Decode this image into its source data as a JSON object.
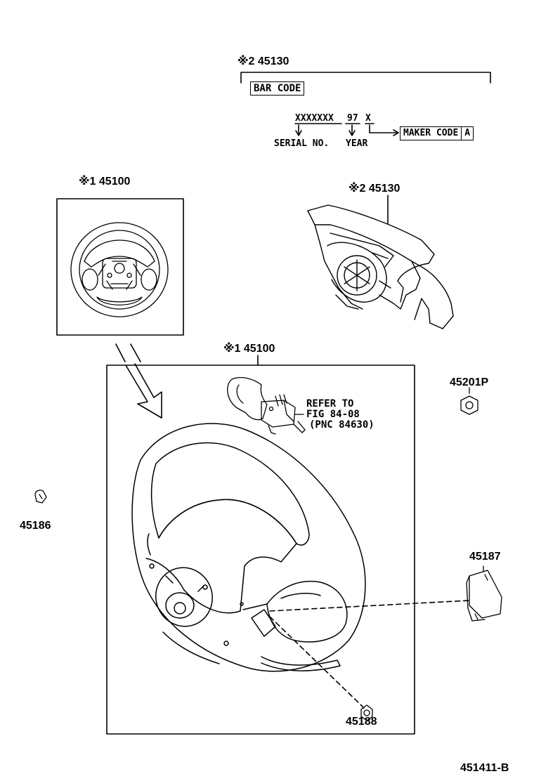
{
  "airbag_bar_code": {
    "part_label": "※2 45130",
    "bar_code_label": "BAR CODE",
    "serial_pattern": "XXXXXXX",
    "year_digits": "97",
    "maker_char": "X",
    "serial_caption": "SERIAL NO.",
    "year_caption": "YEAR",
    "maker_code_label": "MAKER CODE",
    "maker_code_value": "A"
  },
  "steering_wheel_inset": {
    "part_label": "※1 45100"
  },
  "airbag_assembly": {
    "part_label": "※2 45130"
  },
  "steering_wheel_main": {
    "part_label": "※1 45100",
    "refer_line1": "REFER TO",
    "refer_line2": "FIG 84-08",
    "refer_line3": "(PNC 84630)"
  },
  "parts": {
    "p45201p": "45201P",
    "p45186": "45186",
    "p45187": "45187",
    "p45188": "45188"
  },
  "figure_number": "451411-B"
}
